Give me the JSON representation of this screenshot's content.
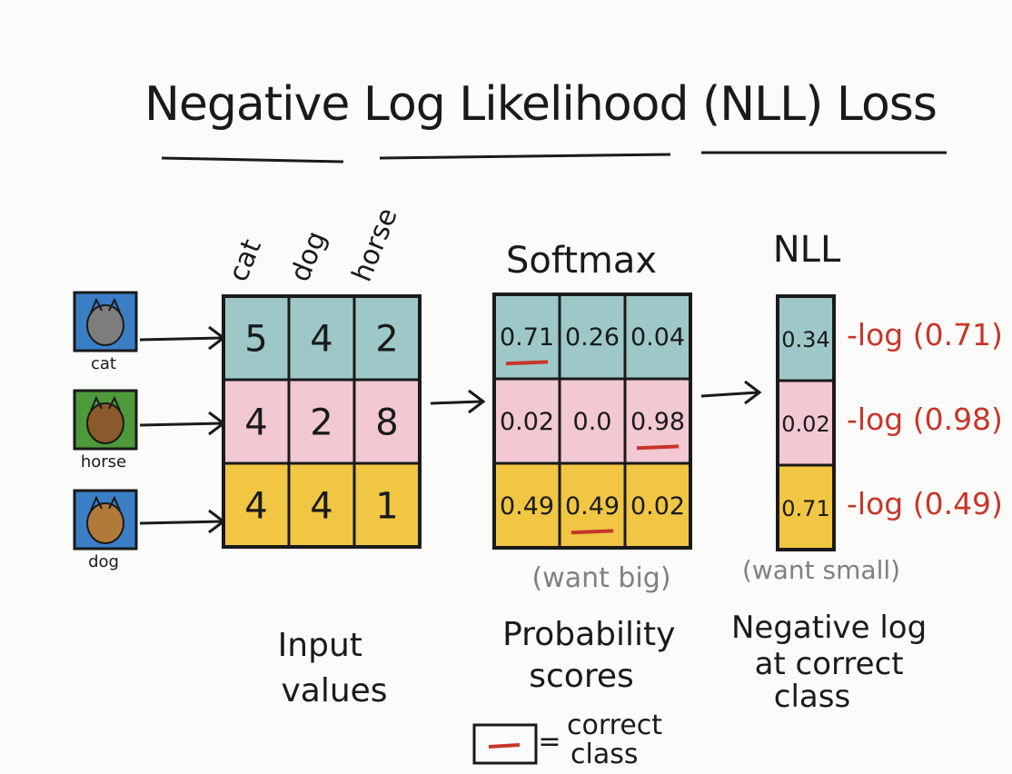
{
  "title": "Negative Log Likelihood (NLL) Loss",
  "images": [
    {
      "label": "cat",
      "bg": "#3a7fc6",
      "animal": "#7d7d7d"
    },
    {
      "label": "horse",
      "bg": "#4d9a3a",
      "animal": "#8a5a2b"
    },
    {
      "label": "dog",
      "bg": "#3a7fc6",
      "animal": "#b07a3a"
    }
  ],
  "input": {
    "headers": [
      "cat",
      "dog",
      "horse"
    ],
    "rows": [
      [
        "5",
        "4",
        "2"
      ],
      [
        "4",
        "2",
        "8"
      ],
      [
        "4",
        "4",
        "1"
      ]
    ],
    "caption": [
      "Input",
      "values"
    ]
  },
  "softmax": {
    "title": "Softmax",
    "rows": [
      [
        "0.71",
        "0.26",
        "0.04"
      ],
      [
        "0.02",
        "0.0",
        "0.98"
      ],
      [
        "0.49",
        "0.49",
        "0.02"
      ]
    ],
    "correct": [
      0,
      2,
      1
    ],
    "note": "(want big)",
    "caption": [
      "Probability",
      "scores"
    ]
  },
  "nll": {
    "title": "NLL",
    "values": [
      "0.34",
      "0.02",
      "0.71"
    ],
    "logs": [
      "-log (0.71)",
      "-log (0.98)",
      "-log (0.49)"
    ],
    "note": "(want small)",
    "caption": [
      "Negative log",
      "at correct",
      "class"
    ]
  },
  "legend": {
    "equals": "=",
    "label": [
      "correct",
      "class"
    ]
  },
  "colors": {
    "teal": "#9ec8c8",
    "pink": "#f2c8d3",
    "yellow": "#f0c642",
    "ink": "#1a1a1a",
    "red": "#c8352b"
  }
}
